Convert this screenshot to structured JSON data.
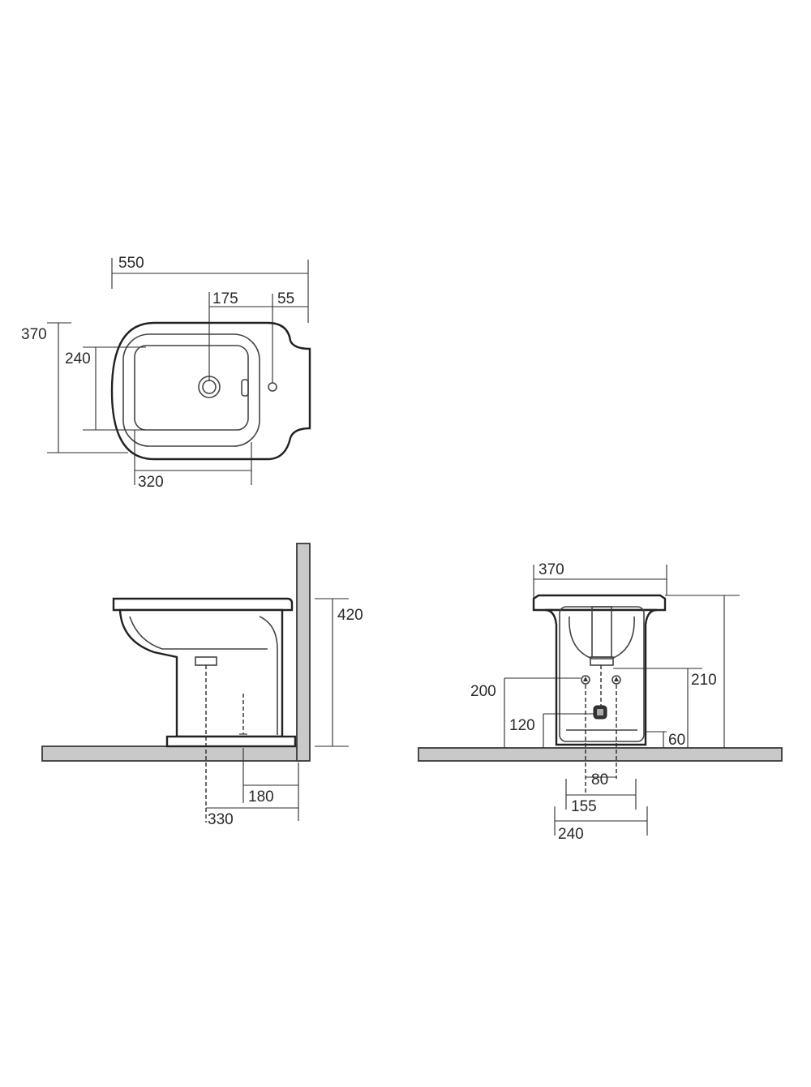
{
  "top_view": {
    "overall_length": "550",
    "tap_offset": "175",
    "hole_offset": "55",
    "overall_width": "370",
    "bowl_width": "240",
    "bowl_length": "320"
  },
  "side_view": {
    "height": "420",
    "waste_to_wall": "180",
    "outlet_to_wall": "330"
  },
  "front_view": {
    "rim_width": "370",
    "supply_height": "200",
    "outlet_height": "210",
    "waste_height": "120",
    "base_height": "60",
    "inlet_spacing": "80",
    "outlet_spacing": "155",
    "base_width": "240"
  }
}
